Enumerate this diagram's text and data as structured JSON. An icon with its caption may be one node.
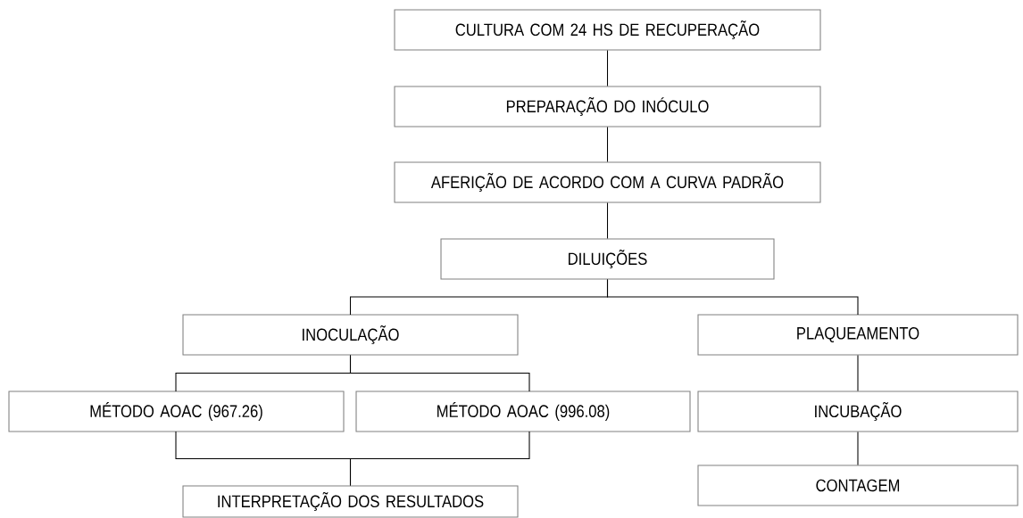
{
  "diagram": {
    "nodes": [
      {
        "text": [
          "CULTURA COM 24 HS DE RECUPERAÇÃO"
        ]
      },
      {
        "text": [
          "PREPARAÇÃO DO INÓCULO"
        ]
      },
      {
        "text": [
          "AFERIÇÃO DE ACORDO COM A CURVA PADRÃO"
        ]
      },
      {
        "text": [
          "DILUIÇÕES"
        ]
      },
      {
        "text": [
          "INOCULAÇÃO"
        ]
      },
      {
        "text": [
          "PLAQUEAMENTO"
        ]
      },
      {
        "text": [
          "MÉTODO AOAC (967.26)"
        ]
      },
      {
        "text": [
          "MÉTODO AOAC (996.08)"
        ]
      },
      {
        "text": [
          "INTERPRETAÇÃO DOS RESULTADOS"
        ]
      },
      {
        "text": [
          "INCUBAÇÃO"
        ]
      },
      {
        "text": [
          "CONTAGEM"
        ]
      }
    ],
    "edges": [
      {
        "from": 0,
        "to": 1,
        "arrow": "none"
      },
      {
        "from": 1,
        "to": 2,
        "arrow": "none"
      },
      {
        "from": 2,
        "to": 3,
        "arrow": "none"
      },
      {
        "from": 3,
        "to": 4,
        "arrow": "none"
      },
      {
        "from": 3,
        "to": 5,
        "arrow": "none"
      },
      {
        "from": 4,
        "to": 6,
        "arrow": "none"
      },
      {
        "from": 4,
        "to": 7,
        "arrow": "none"
      },
      {
        "from": 6,
        "to": 8,
        "arrow": "none"
      },
      {
        "from": 7,
        "to": 8,
        "arrow": "none"
      },
      {
        "from": 5,
        "to": 9,
        "arrow": "none"
      },
      {
        "from": 9,
        "to": 10,
        "arrow": "none"
      }
    ]
  }
}
